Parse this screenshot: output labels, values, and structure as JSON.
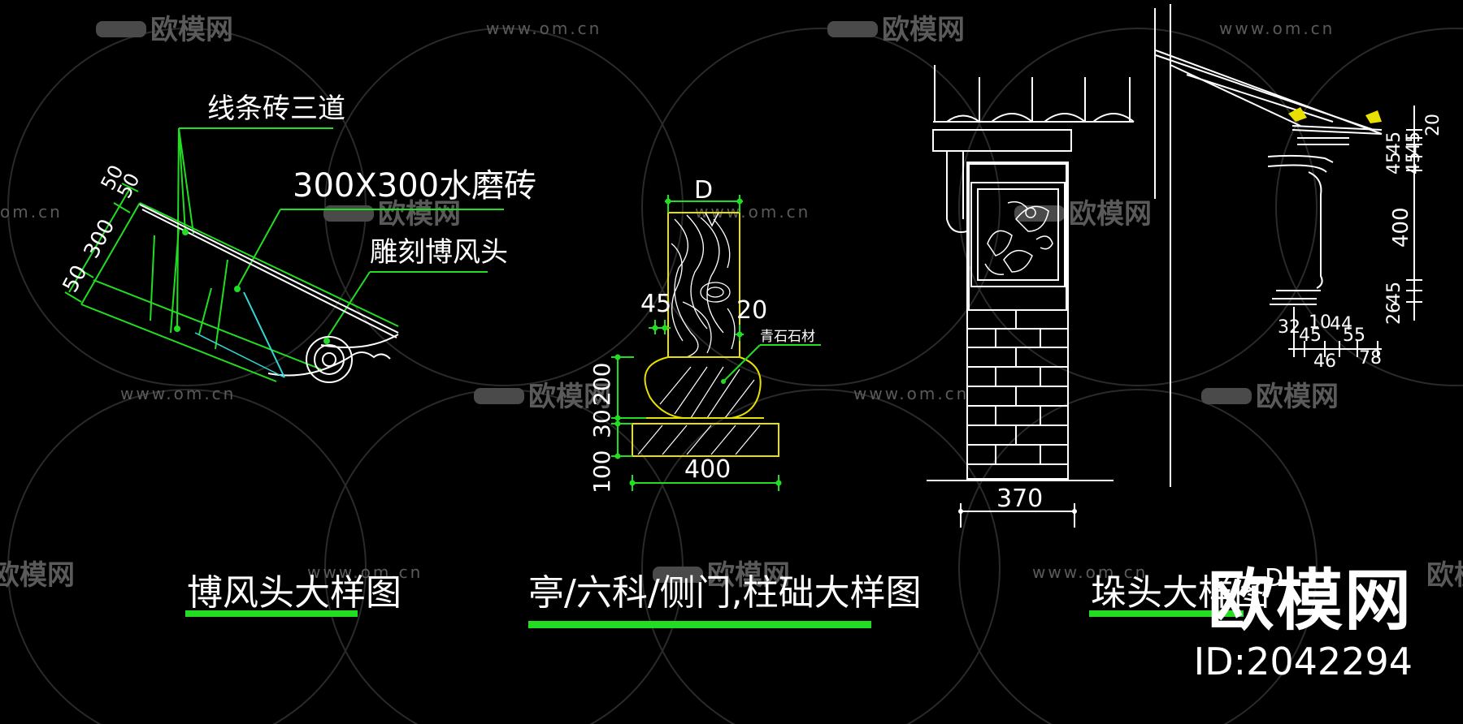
{
  "watermarks": {
    "brand": "欧模网",
    "site": "www.om.cn",
    "site_fragment": "om.cn",
    "brand_fragment": "欧模网"
  },
  "left_detail": {
    "callout_brick": "线条砖三道",
    "callout_tile": "300X300水磨砖",
    "callout_carve": "雕刻博风头",
    "dim_a": "50",
    "dim_b": "300",
    "dim_c": "50",
    "dim_d": "50",
    "title": "博风头大样图"
  },
  "middle_detail": {
    "dim_top": "D",
    "dim_left": "45",
    "dim_right": "20",
    "material": "青石石材",
    "dim_200": "200",
    "dim_30": "30",
    "dim_100": "100",
    "dim_400": "400",
    "title": "亭/六科/侧门,柱础大样图"
  },
  "right_detail": {
    "dim_370": "370",
    "v_top": "45",
    "v_top2": "45",
    "v_top3": "20",
    "v_top4": "45",
    "v_top5": "45",
    "v_400": "400",
    "v_low1": "26",
    "v_low2": "45",
    "b_32": "32",
    "b_45": "45",
    "b_10": "10",
    "b_44": "44",
    "b_55": "55",
    "b_46": "46",
    "b_78": "78",
    "title": "垛头大样图",
    "title_suffix": "D"
  },
  "brand_overlay": {
    "name": "欧模网",
    "id_text": "ID:2042294"
  },
  "colors": {
    "background": "#000000",
    "cad_green": "#22dd22",
    "cad_white": "#ffffff",
    "cad_yellow": "#e8e000",
    "cad_cyan": "#35d6d6",
    "watermark_gray": "#555555"
  }
}
